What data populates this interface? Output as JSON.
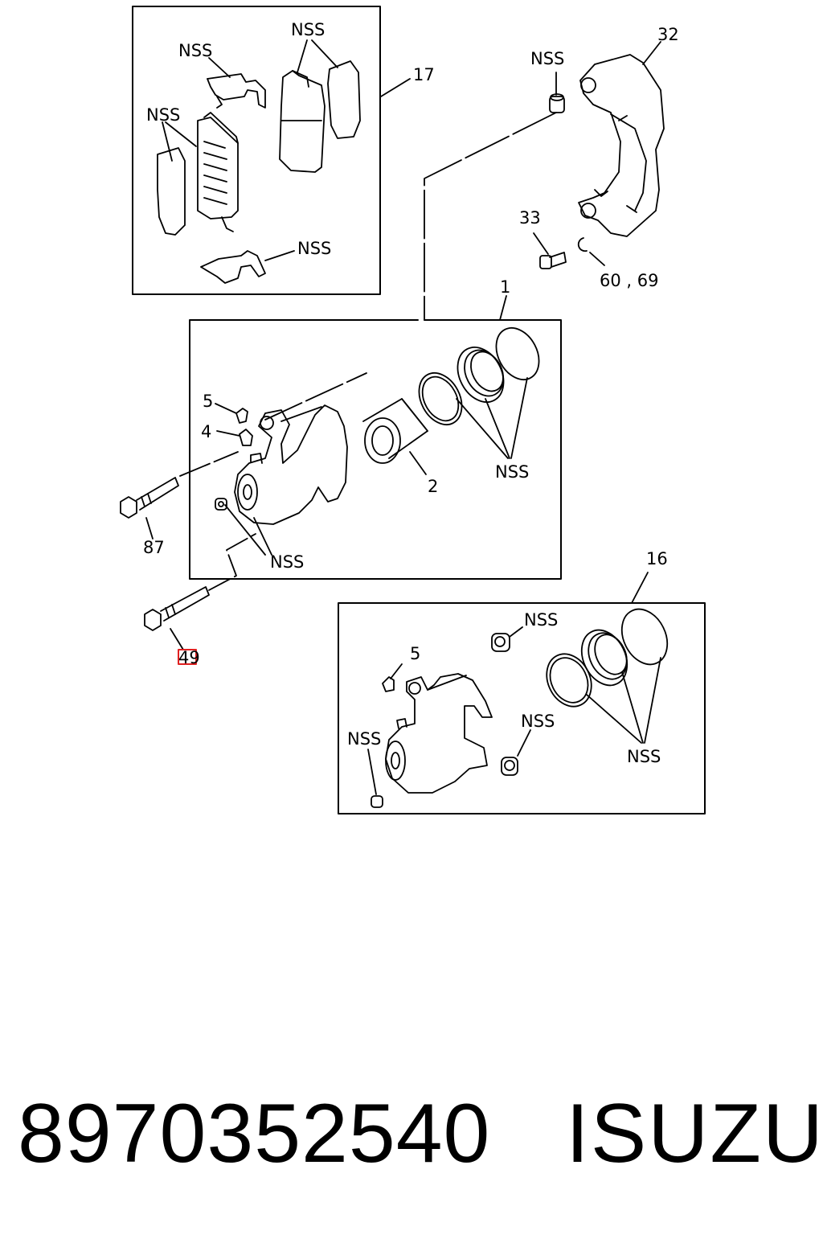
{
  "callouts": {
    "c17": "17",
    "c32": "32",
    "c33": "33",
    "c60_69": "60 , 69",
    "c1": "1",
    "c5a": "5",
    "c4": "4",
    "c2": "2",
    "c87": "87",
    "c49": "49",
    "c16": "16",
    "c5b": "5",
    "nss_pad_top": "NSS",
    "nss_pad_right": "NSS",
    "nss_pad_left": "NSS",
    "nss_clip": "NSS",
    "nss_bracket_bush": "NSS",
    "nss_seals": "NSS",
    "nss_bleeder": "NSS",
    "nss_kit_bush_top": "NSS",
    "nss_kit_bleeder": "NSS",
    "nss_kit_bush_bottom": "NSS",
    "nss_kit_seals": "NSS"
  },
  "highlight_color": "#e02020",
  "footer": {
    "part_number": "8970352540",
    "brand": "ISUZU"
  }
}
